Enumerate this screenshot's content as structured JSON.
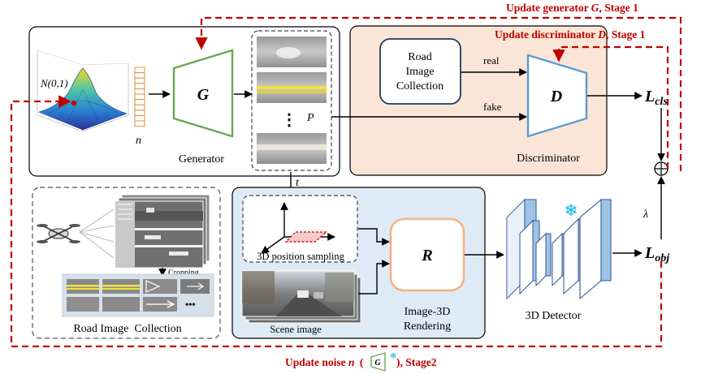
{
  "figure": {
    "update_generator_prefix": "Update generator ",
    "update_generator_sym": "G",
    "update_generator_suffix": ", Stage 1",
    "update_discriminator_prefix": "Update discriminator ",
    "update_discriminator_sym": "D",
    "update_discriminator_suffix": ", Stage 1",
    "update_noise_prefix": "Update noise ",
    "update_noise_sym": "n",
    "update_noise_paren_open": "(",
    "update_noise_icon_letter": "G",
    "update_noise_suffix": "), Stage2",
    "generator": {
      "gaussian_label": "N(0,1)",
      "noise_label": "n",
      "network_letter": "G",
      "caption": "Generator",
      "patch_dots": "⋮",
      "patch_label": "P"
    },
    "discriminator": {
      "box_text": [
        "Road",
        "Image",
        "Collection"
      ],
      "real_label": "real",
      "fake_label": "fake",
      "network_letter": "D",
      "caption": "Discriminator"
    },
    "t_label": "t",
    "collection": {
      "cropping_label": "Cropping",
      "ellipsis": "•••",
      "caption": "Road Image  Collection"
    },
    "rendering": {
      "position_sampling_caption": "3D position sampling",
      "scene_caption": "Scene image",
      "renderer_letter": "R",
      "caption_line1": "Image-3D",
      "caption_line2": "Rendering"
    },
    "detector": {
      "caption": "3D Detector",
      "snowflake": "❄"
    },
    "loss_cls_main": "L",
    "loss_cls_sub": "cls",
    "loss_obj_main": "L",
    "loss_obj_sub": "obj",
    "lambda_label": "λ"
  },
  "colors": {
    "red_dashed": "#c00000",
    "generator_green": "#6aa84f",
    "discriminator_blue": "#5b9bd5",
    "renderer_orange": "#f4b183",
    "discriminator_bg": "#fbe5d6",
    "rendering_bg": "#deebf7",
    "noise_vector": "#e69138"
  }
}
